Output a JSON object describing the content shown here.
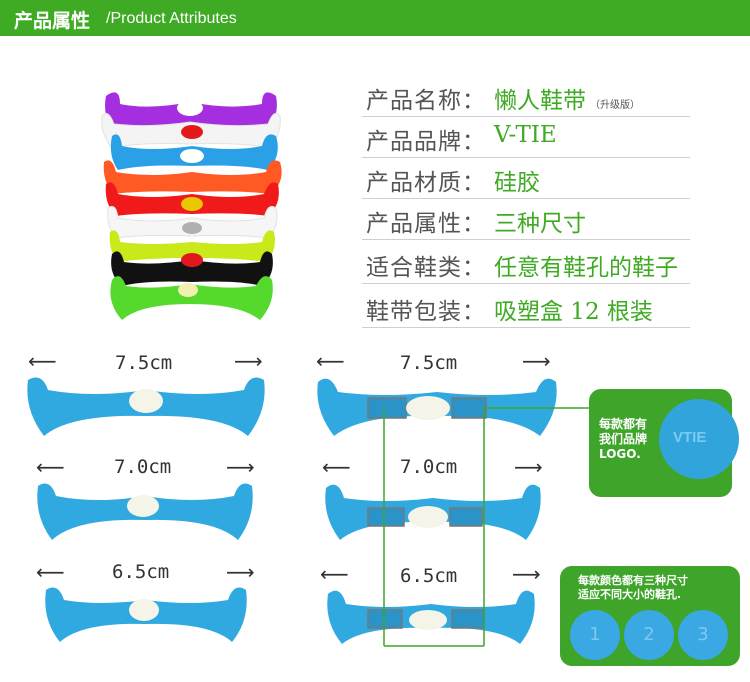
{
  "header": {
    "title_cn": "产品属性",
    "title_en": "/Product Attributes"
  },
  "attributes": [
    {
      "label": "产品名称：",
      "value": "懒人鞋带",
      "note": "（升级版）"
    },
    {
      "label": "产品品牌：",
      "value": "V-TIE"
    },
    {
      "label": "产品材质：",
      "value": "硅胶"
    },
    {
      "label": "产品属性：",
      "value": "三种尺寸"
    },
    {
      "label": "适合鞋类：",
      "value": "任意有鞋孔的鞋子"
    },
    {
      "label": "鞋带包装：",
      "value": "吸塑盒 12 根装"
    }
  ],
  "sizes": [
    "7.5cm",
    "7.0cm",
    "6.5cm"
  ],
  "arrows": {
    "left": "⟵",
    "right": "⟶"
  },
  "callouts": {
    "logo": "每款都有\n我们品牌\nLOGO.",
    "logo_stamp": "VTIE",
    "sizes_note": "每款颜色都有三种尺寸\n适应不同大小的鞋孔.",
    "size_numbers": [
      "1",
      "2",
      "3"
    ]
  },
  "colors": {
    "brand_green": "#3faa23",
    "strap_blue": "#30a9e0",
    "strap_colors": [
      "#a52ee0",
      "#ffffff",
      "#2aa0e6",
      "#ff5a24",
      "#f01a1a",
      "#ffffff",
      "#cbe81a",
      "#111111",
      "#55d92c"
    ]
  }
}
